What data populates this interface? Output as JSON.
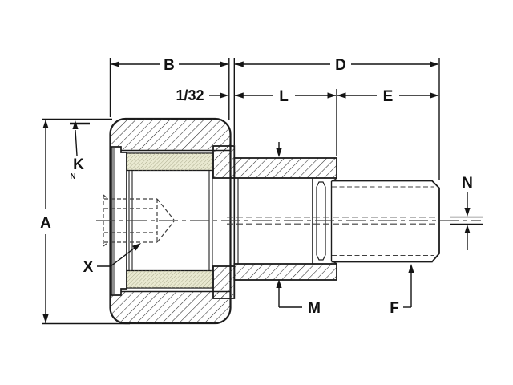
{
  "drawing": {
    "kind": "engineering-dimension-diagram",
    "subject": "cam-follower-bearing-cross-section"
  },
  "labels": {
    "a": "A",
    "b": "B",
    "d": "D",
    "e": "E",
    "f": "F",
    "k": "K",
    "k_sub": "N",
    "l": "L",
    "m": "M",
    "n": "N",
    "x": "X",
    "gap": "1/32"
  },
  "colors": {
    "line": "#1c1c1c",
    "dimension_line": "#141414",
    "hidden_line": "#3f3f3f",
    "centerline": "#444444",
    "hatch": "#2b2b2b",
    "roller_fill": "#e9e9d1",
    "roller_hatch": "#a8a889",
    "plate_gray": "#8f8f8f",
    "background": "#ffffff"
  }
}
